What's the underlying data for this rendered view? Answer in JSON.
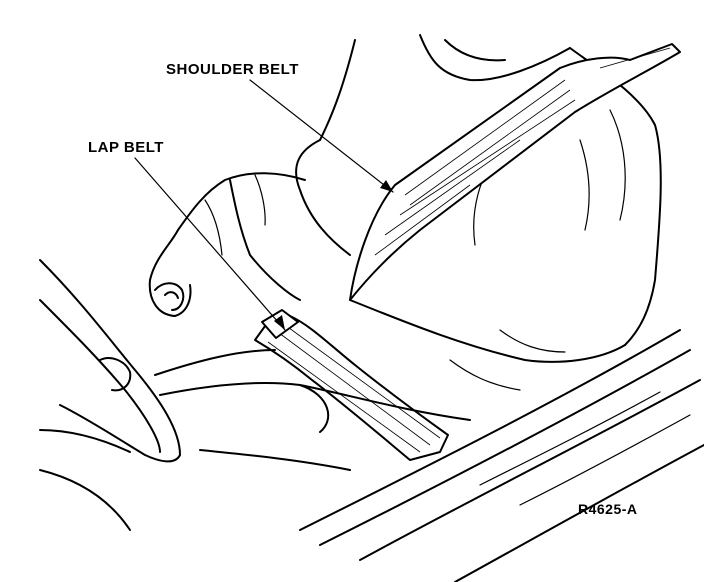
{
  "labels": {
    "shoulder_belt": "SHOULDER BELT",
    "lap_belt": "LAP BELT"
  },
  "figure_ref": "R4625-A",
  "icons": {
    "figure": "seat-belt-illustration"
  }
}
